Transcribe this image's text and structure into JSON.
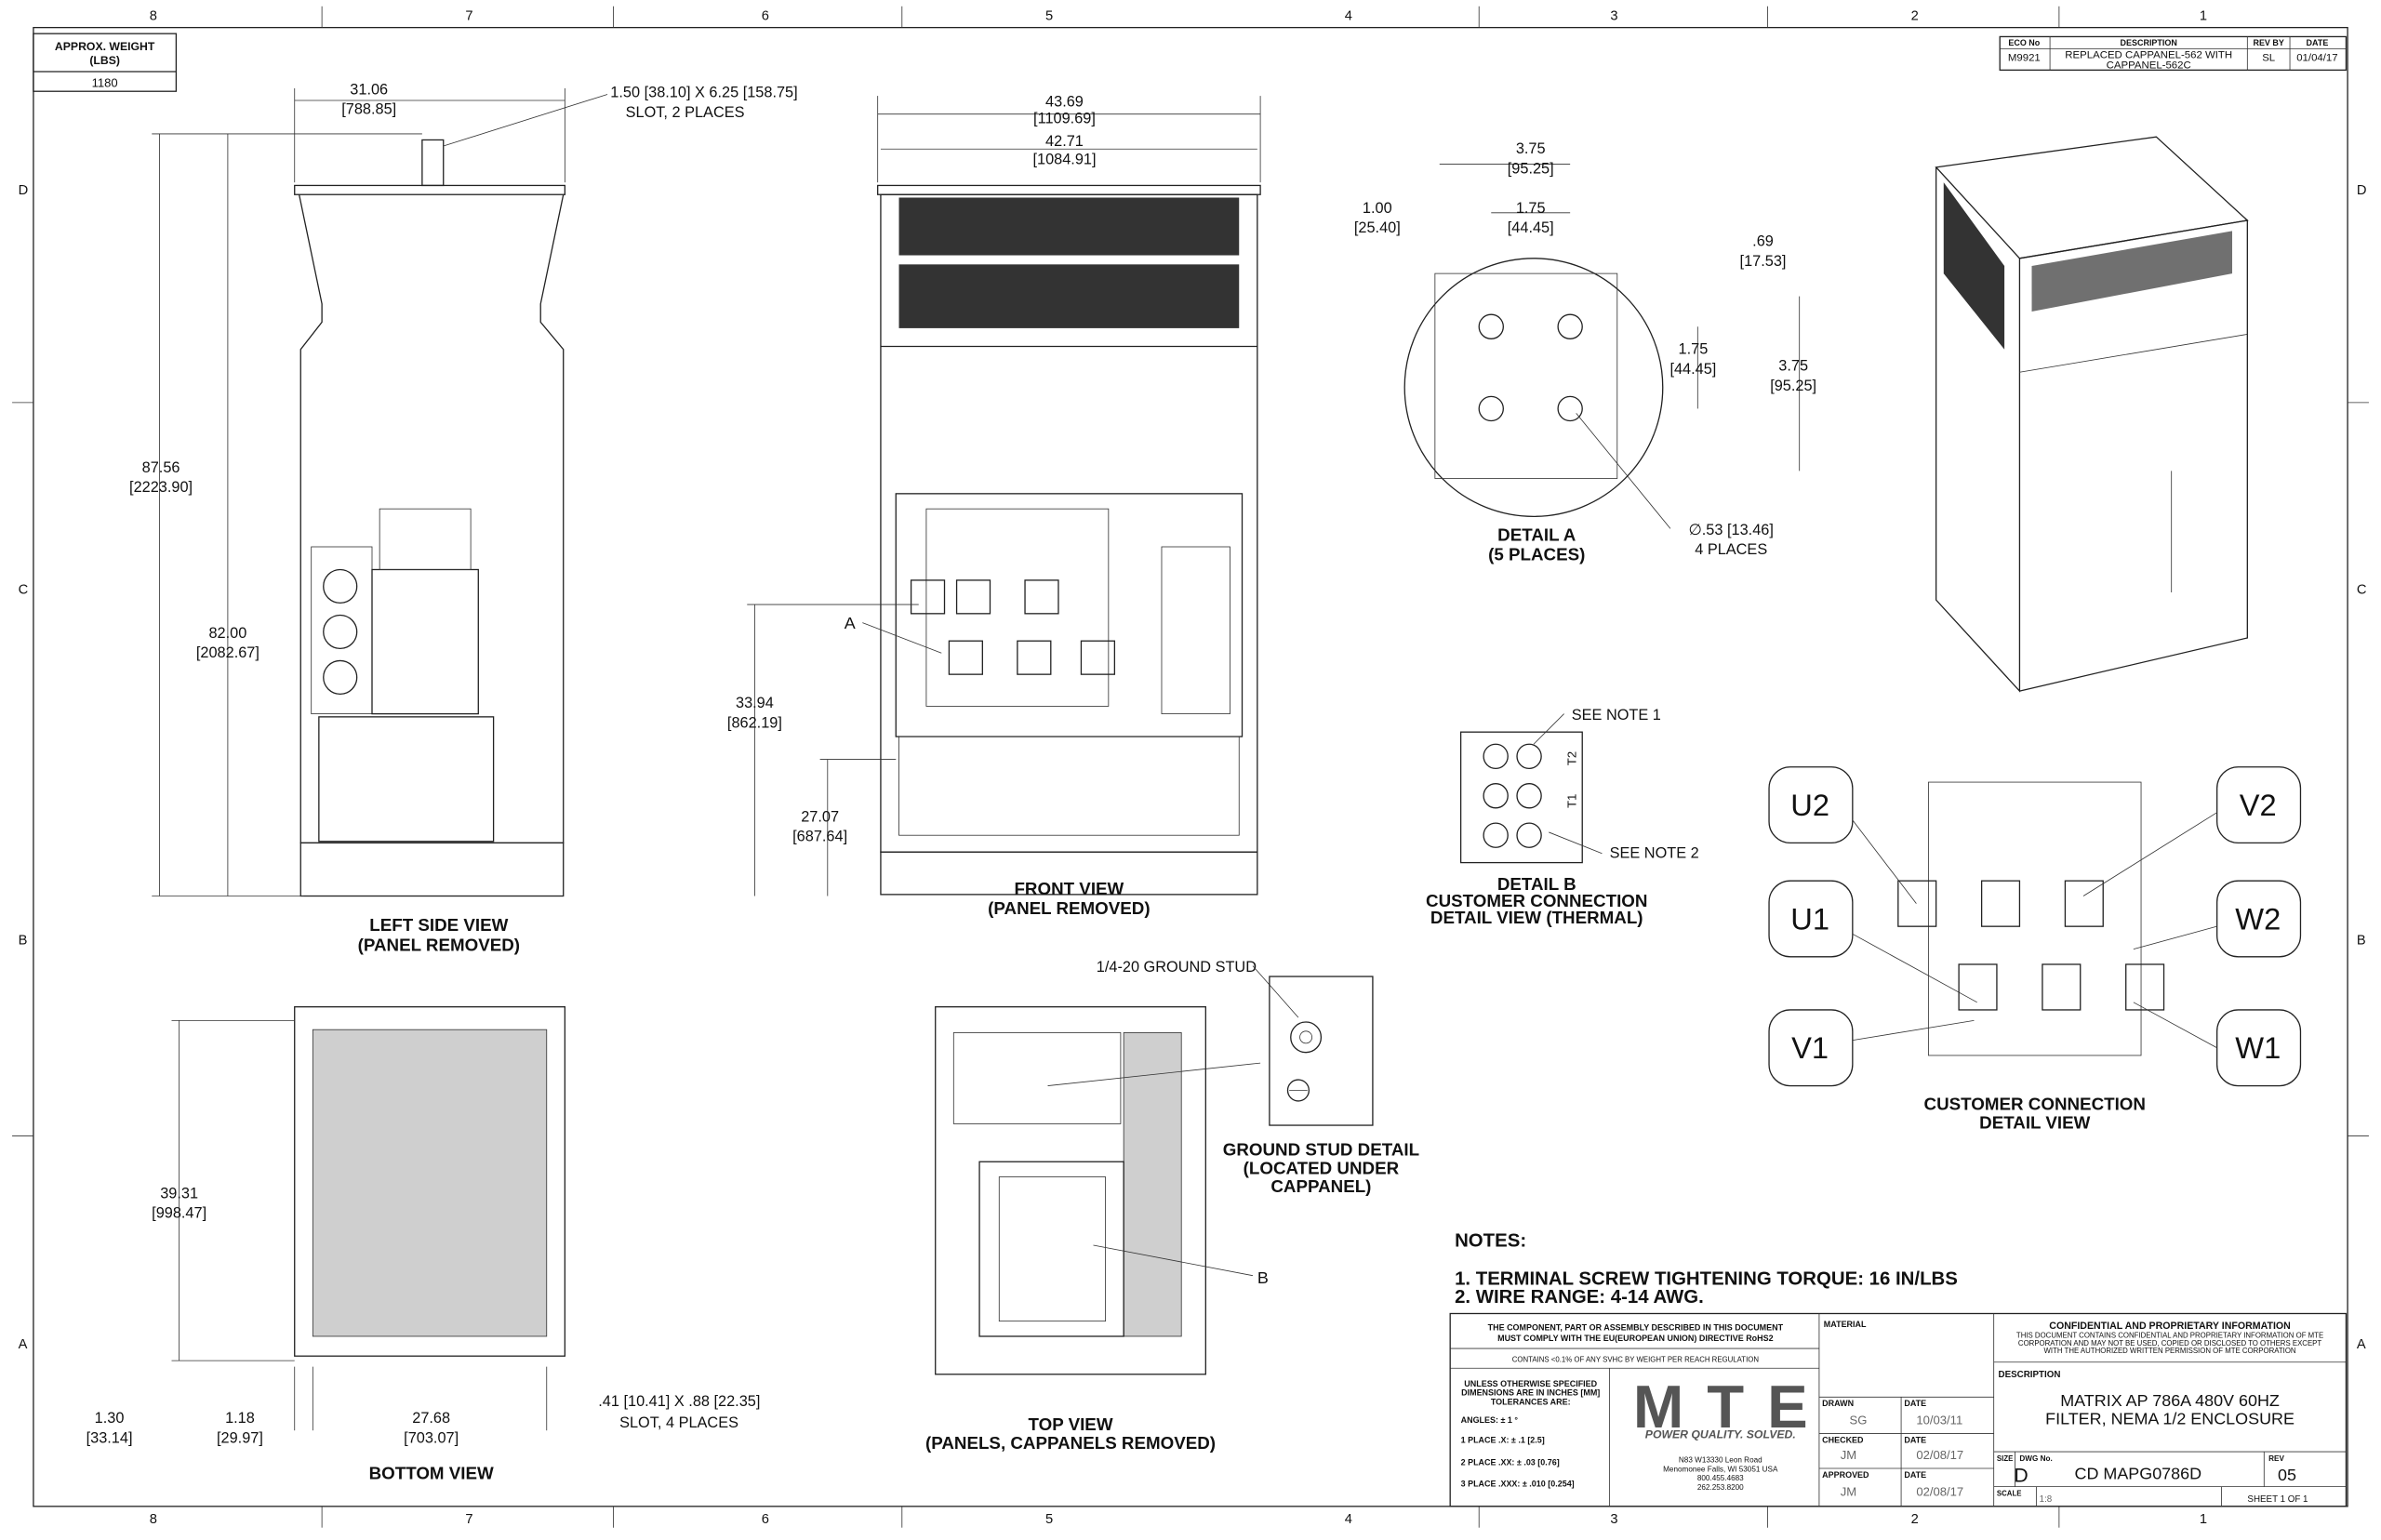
{
  "zones": {
    "columns": [
      "8",
      "7",
      "6",
      "5",
      "4",
      "3",
      "2",
      "1"
    ],
    "rows": [
      "D",
      "C",
      "B",
      "A"
    ]
  },
  "weight": {
    "header": "APPROX. WEIGHT (LBS)",
    "header_line1": "APPROX. WEIGHT",
    "header_line2": "(LBS)",
    "value": "1180"
  },
  "revision": {
    "headers": [
      "ECO No",
      "DESCRIPTION",
      "REV BY",
      "DATE"
    ],
    "eco": "M9921",
    "description_line1": "REPLACED CAPPANEL-562 WITH",
    "description_line2": "CAPPANEL-562C",
    "rev_by": "SL",
    "date": "01/04/17"
  },
  "left_side_view": {
    "title1": "LEFT SIDE VIEW",
    "title2": "(PANEL REMOVED)",
    "dims": {
      "width": "31.06",
      "width_mm": "[788.85]",
      "slot": "1.50 [38.10] X 6.25 [158.75]",
      "slot_note": "SLOT, 2 PLACES",
      "h1": "87.56",
      "h1_mm": "[2223.90]",
      "h2": "82.00",
      "h2_mm": "[2082.67]"
    }
  },
  "front_view": {
    "title1": "FRONT VIEW",
    "title2": "(PANEL REMOVED)",
    "dims": {
      "w1": "43.69",
      "w1_mm": "[1109.69]",
      "w2": "42.71",
      "w2_mm": "[1084.91]",
      "h1": "33.94",
      "h1_mm": "[862.19]",
      "h2": "27.07",
      "h2_mm": "[687.64]"
    },
    "callout": "A"
  },
  "detail_a": {
    "title1": "DETAIL A",
    "title2": "(5 PLACES)",
    "dims": {
      "a": "3.75",
      "a_mm": "[95.25]",
      "b": "1.75",
      "b_mm": "[44.45]",
      "c": "1.00",
      "c_mm": "[25.40]",
      "d": ".69",
      "d_mm": "[17.53]",
      "e": "1.75",
      "e_mm": "[44.45]",
      "f": "3.75",
      "f_mm": "[95.25]",
      "hole": "∅.53 [13.46]",
      "hole_note": "4 PLACES"
    }
  },
  "detail_b": {
    "title1": "DETAIL B",
    "title2": "CUSTOMER CONNECTION",
    "title3": "DETAIL VIEW (THERMAL)",
    "note1": "SEE NOTE 1",
    "note2": "SEE NOTE 2",
    "t1": "T1",
    "t2": "T2"
  },
  "customer_connection": {
    "title1": "CUSTOMER CONNECTION",
    "title2": "DETAIL VIEW",
    "terminals": [
      "U2",
      "V2",
      "U1",
      "W2",
      "V1",
      "W1"
    ]
  },
  "bottom_view": {
    "title": "BOTTOM VIEW",
    "dims": {
      "h": "39.31",
      "h_mm": "[998.47]",
      "a": "1.30",
      "a_mm": "[33.14]",
      "b": "1.18",
      "b_mm": "[29.97]",
      "w": "27.68",
      "w_mm": "[703.07]",
      "slot": ".41 [10.41] X .88 [22.35]",
      "slot_note": "SLOT, 4 PLACES"
    }
  },
  "top_view": {
    "title1": "TOP VIEW",
    "title2": "(PANELS, CAPPANELS REMOVED)",
    "ground_stud": "1/4-20 GROUND STUD",
    "callout": "B"
  },
  "ground_stud_detail": {
    "title1": "GROUND STUD DETAIL",
    "title2": "(LOCATED UNDER",
    "title3": "CAPPANEL)"
  },
  "notes": {
    "heading": "NOTES:",
    "items": [
      "1.  TERMINAL SCREW TIGHTENING TORQUE: 16 IN/LBS",
      "2.  WIRE RANGE: 4-14 AWG."
    ]
  },
  "title_block": {
    "rohs1": "THE COMPONENT, PART OR ASSEMBLY DESCRIBED IN THIS DOCUMENT",
    "rohs2": "MUST COMPLY WITH THE EU(EUROPEAN UNION) DIRECTIVE RoHS2",
    "reach": "CONTAINS <0.1% OF ANY SVHC BY WEIGHT PER REACH REGULATION",
    "tol1": "UNLESS OTHERWISE SPECIFIED",
    "tol2": "DIMENSIONS ARE IN INCHES [MM]",
    "tol3": "TOLERANCES ARE:",
    "angles": "ANGLES: ± 1 °",
    "place1": "1 PLACE .X: ± .1 [2.5]",
    "place2": "2 PLACE .XX: ± .03 [0.76]",
    "place3": "3 PLACE .XXX: ± .010 [0.254]",
    "logo": "MTE",
    "tagline": "POWER QUALITY. SOLVED.",
    "address": [
      "N83 W13330 Leon Road",
      "Menomonee Falls, WI 53051 USA",
      "800.455.4683",
      "262.253.8200"
    ],
    "material_label": "MATERIAL",
    "drawn_label": "DRAWN",
    "drawn": "SG",
    "drawn_date": "10/03/11",
    "checked_label": "CHECKED",
    "checked": "JM",
    "checked_date": "02/08/17",
    "approved_label": "APPROVED",
    "approved": "JM",
    "approved_date": "02/08/17",
    "date_label": "DATE",
    "conf_title": "CONFIDENTIAL AND PROPRIETARY INFORMATION",
    "conf1": "THIS DOCUMENT CONTAINS CONFIDENTIAL AND PROPRIETARY INFORMATION OF MTE",
    "conf2": "CORPORATION AND MAY NOT BE USED, COPIED OR DISCLOSED TO OTHERS EXCEPT",
    "conf3": "WITH THE AUTHORIZED WRITTEN PERMISSION OF MTE CORPORATION",
    "description_label": "DESCRIPTION",
    "description1": "MATRIX AP 786A 480V 60HZ",
    "description2": "FILTER, NEMA 1/2 ENCLOSURE",
    "size_label": "SIZE",
    "size": "D",
    "dwg_label": "DWG No.",
    "dwg": "CD MAPG0786D",
    "rev_label": "REV",
    "rev": "05",
    "scale_label": "SCALE",
    "scale": "1:8",
    "sheet": "SHEET 1  OF 1"
  }
}
